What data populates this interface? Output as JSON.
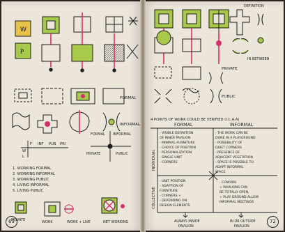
{
  "left_page": {
    "small_boxes": {
      "w": "W",
      "p": "P"
    },
    "formal_label": "FORMAL",
    "informal_label": "INFORMAL",
    "matrix": {
      "top_letters": [
        "F",
        "INF",
        "PUB",
        "PRI"
      ],
      "side_letters": [
        "W",
        "L"
      ],
      "formal": "FORMAL",
      "informal": "INFORMAL",
      "private": "PRIVATE",
      "public": "PUBLIC"
    },
    "list": [
      "1. WORKING FORMAL",
      "2. WORKING INFORMAL",
      "3. WORKING PUBLIC",
      "4. LIVING INFORMAL",
      "5. LIVING PUBLIC"
    ],
    "bottom_labels": [
      "PRIVATE",
      "WORK",
      "WORK + LIVE",
      "NET WORKING"
    ],
    "bottom_labels_2": [
      "",
      "",
      "",
      ""
    ],
    "page_number": "69"
  },
  "right_page": {
    "definition_label": "DEFINITION",
    "in_between_label": "IN BETWEEN",
    "private_label": "PRIVATE",
    "public_label": "PUBLIC",
    "heading": "4 POINTS OF WORK COULD BE VERIFIED (I.C.A.A)",
    "table": {
      "col_formal": "FORMAL",
      "col_informal": "INFORMAL",
      "row_labels": [
        "INDIVIDUAL",
        "COLLECTIVE"
      ],
      "tl": [
        "- VISIBLE DEFINITION",
        "  OF INNER PAVILION",
        "- MINIMAL FURNITURE",
        "- CHOICE OF POSITION",
        "- PERSONALIZATION",
        "- SINGLE UNIT",
        "- CORNERS"
      ],
      "tr": [
        "- THE WORK CAN BE",
        "  DONE IN A PLAYGROUND",
        "- POSSIBILITY OF",
        "  QUIET CORNERS",
        "- PRESENCE OF",
        "  ADJACENT VEGETATION",
        "- SPACE IS POSSIBLE TO",
        "  ADAPT INFORMAL",
        "  SPACE"
      ],
      "bl": [
        "- UNIT POSITION",
        "- ADAPTION OF",
        "  FURNITURE",
        "- CORNERS +",
        "- DEPENDING ON",
        "  DESIGN ELEMENTS"
      ],
      "br": [
        "- COWORK",
        "+ PAVILIONS CAN",
        "  BE TOTALLY OPEN,",
        "+ PLAY GROUND ALLOW",
        "  INFORMAL MEETINGS"
      ],
      "footer_left": [
        "ALWAYS INSIDE",
        "PAVILION"
      ],
      "footer_right": [
        "IN OR OUTSIDE",
        "PAVILION"
      ]
    },
    "page_number": "72"
  },
  "colors": {
    "paper": "#ebe5da",
    "ink": "#1c1c1c",
    "green": "#a8c94a",
    "magenta": "#d6306c",
    "highlight": "#b9d24f"
  }
}
